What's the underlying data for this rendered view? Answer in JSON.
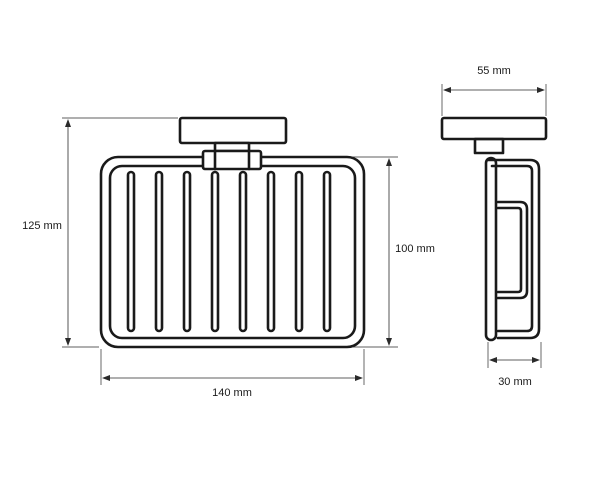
{
  "dimensions": {
    "height_total": "125 mm",
    "width_front": "140 mm",
    "height_basket": "100 mm",
    "depth_mount": "55 mm",
    "depth_basket": "30 mm"
  }
}
